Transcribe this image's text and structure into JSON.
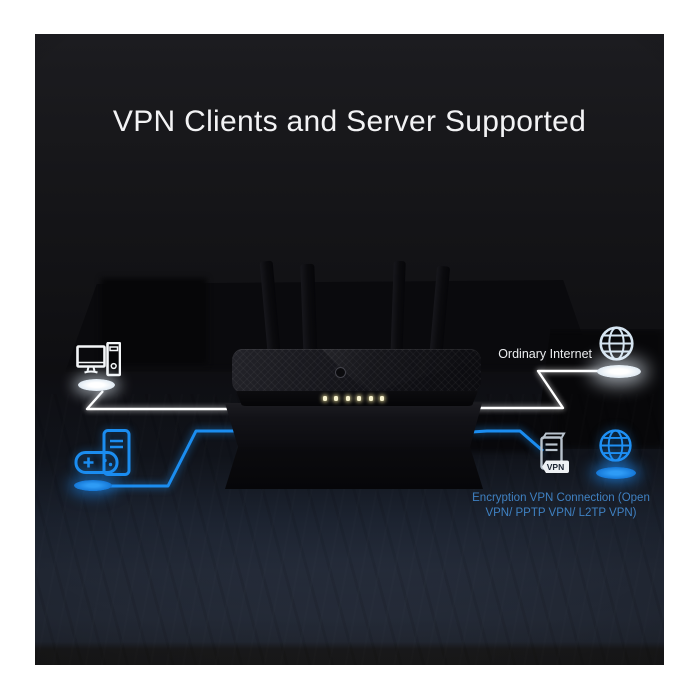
{
  "title": "VPN Clients and Server Supported",
  "diagram": {
    "labels": {
      "ordinary_internet": "Ordinary Internet",
      "encryption_line1": "Encryption VPN Connection (Open",
      "encryption_line2": "VPN/ PPTP VPN/ L2TP VPN)",
      "vpn_badge": "VPN"
    },
    "nodes": [
      {
        "id": "desktop-pc",
        "icon": "desktop-pc-icon",
        "color": "#f4f6f8"
      },
      {
        "id": "gaming-pc",
        "icon": "gaming-pc-icon",
        "color": "#1b8df0"
      },
      {
        "id": "router",
        "icon": "router",
        "led_count": 6
      },
      {
        "id": "internet-globe",
        "icon": "globe-icon",
        "color": "#d6e5f1",
        "label": "Ordinary Internet"
      },
      {
        "id": "vpn-server",
        "icon": "server-icon",
        "badge": "VPN",
        "color": "#b9c3cd"
      },
      {
        "id": "vpn-globe",
        "icon": "globe-icon",
        "color": "#1e90f5"
      }
    ],
    "connections": [
      {
        "from": "desktop-pc",
        "to": "router",
        "style": "white-line"
      },
      {
        "from": "router",
        "to": "internet-globe",
        "style": "white-line"
      },
      {
        "from": "gaming-pc",
        "to": "router",
        "style": "blue-line"
      },
      {
        "from": "router",
        "to": "vpn-server",
        "style": "blue-line"
      }
    ]
  },
  "colors": {
    "accent_blue": "#1b8df0",
    "caption_blue": "#3f81c2",
    "line_white": "#ffffff",
    "panel_bg": "#141418",
    "outer_border": "#ffffff",
    "led_yellow": "#f8f3cf"
  }
}
